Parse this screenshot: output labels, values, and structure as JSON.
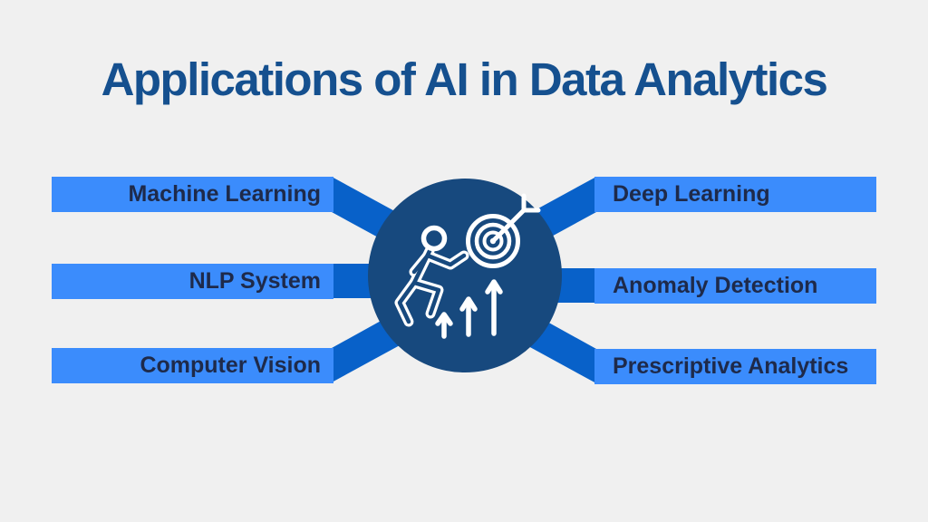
{
  "title": "Applications of AI in Data Analytics",
  "left_items": [
    {
      "label": "Machine Learning"
    },
    {
      "label": "NLP System"
    },
    {
      "label": "Computer Vision"
    }
  ],
  "right_items": [
    {
      "label": "Deep Learning"
    },
    {
      "label": "Anomaly Detection"
    },
    {
      "label": "Prescriptive Analytics"
    }
  ],
  "center_icon": "runner-hitting-target-with-growth-arrows",
  "colors": {
    "background": "#f0f0f0",
    "bar": "#3b8cfc",
    "connector": "#0861c9",
    "circle": "#17497e",
    "title_text": "#15508f",
    "bar_text": "#1e2a4a",
    "icon": "#ffffff"
  }
}
